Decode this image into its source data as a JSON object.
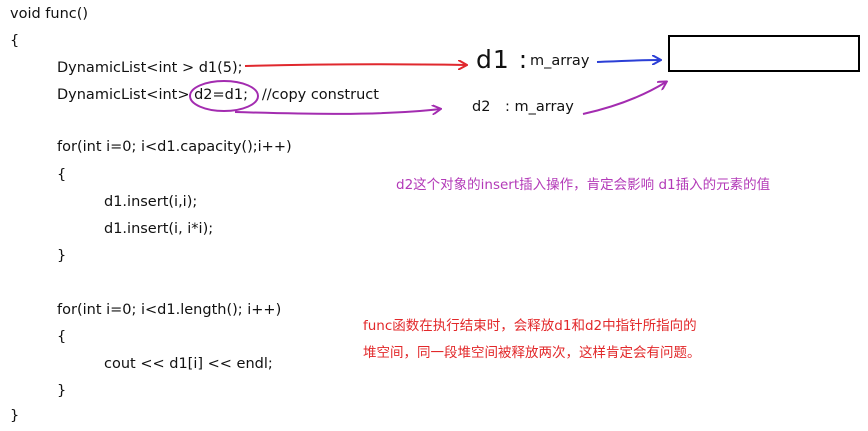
{
  "code": {
    "lines": [
      "void func()",
      "{",
      "DynamicList<int > d1(5);",
      "DynamicList<int> d2=d1;   //copy construct",
      "for(int i=0; i<d1.capacity();i++)",
      "{",
      "d1.insert(i,i);",
      "d1.insert(i, i*i);",
      "}",
      "for(int i=0; i<d1.length(); i++)",
      "{",
      "cout << d1[i] << endl;",
      "}",
      "}"
    ]
  },
  "diagram": {
    "d1_handwritten": "d1 :",
    "d1_member": "m_array",
    "d2_label": "d2",
    "d2_member": ": m_array"
  },
  "notes": {
    "note1": "d2这个对象的insert插入操作，肯定会影响 d1插入的元素的值",
    "note2_line1": "func函数在执行结束时，会释放d1和d2中指针所指向的",
    "note2_line2": "堆空间，同一段堆空间被释放两次，这样肯定会有问题。"
  },
  "colors": {
    "red": "#e0282e",
    "purple": "#a32cb0",
    "blue": "#2b3fd6",
    "note1": "#b33ab8",
    "note2": "#e2282a"
  }
}
